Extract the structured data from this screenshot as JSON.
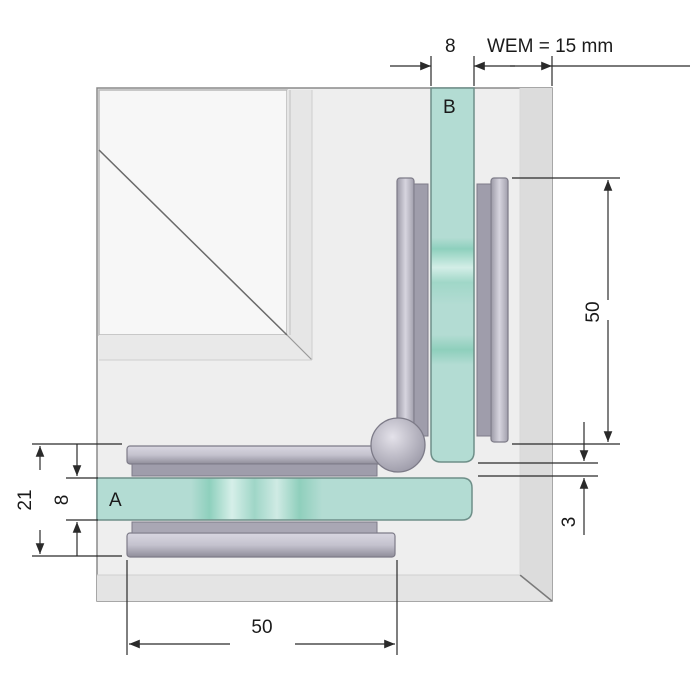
{
  "labels": {
    "glass_a": "A",
    "glass_b": "B"
  },
  "dimensions": {
    "top_thickness": "8",
    "wem": "WEM  = 15 mm",
    "right_length": "50",
    "right_gap": "3",
    "left_total": "21",
    "left_thickness": "8",
    "bottom_length": "50"
  },
  "colors": {
    "glass": "#b6ddd4",
    "glass_edge": "#6e8f89",
    "clamp": "#c8c6d2",
    "clamp_dark": "#8d8b98",
    "backdrop": "#eeeeee",
    "line": "#2a2a2a"
  }
}
